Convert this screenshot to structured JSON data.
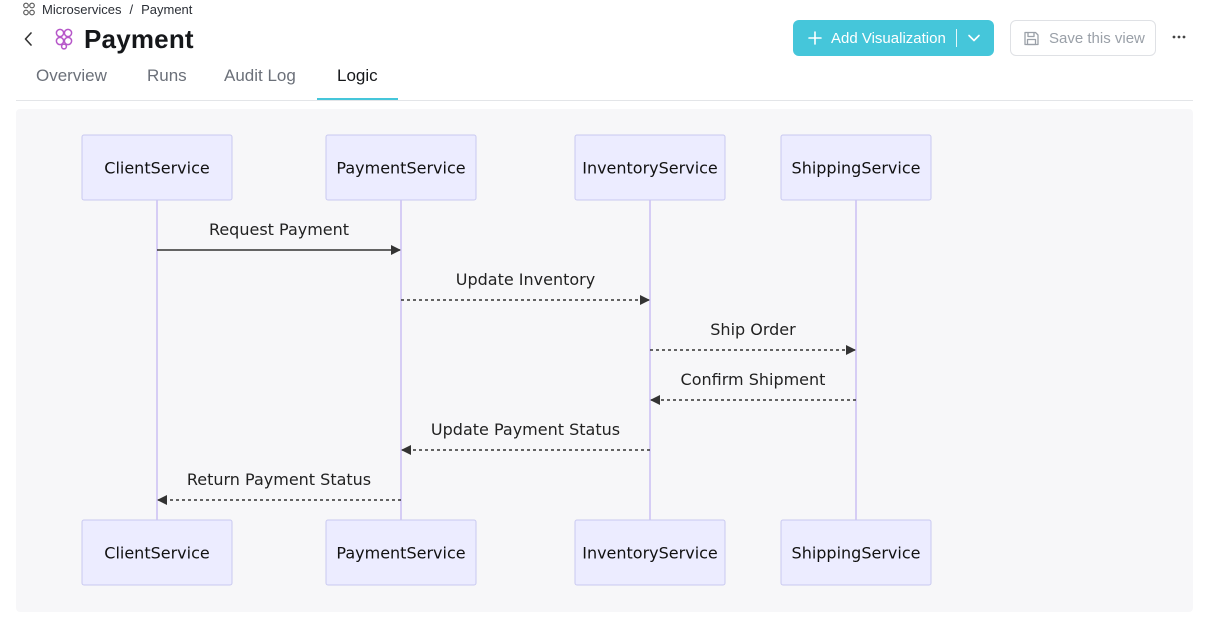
{
  "breadcrumb": {
    "icon": "cluster-icon",
    "parent": "Microservices",
    "separator": "/",
    "current": "Payment"
  },
  "header": {
    "title": "Payment",
    "title_icon": "cluster-icon",
    "add_visualization": "Add Visualization",
    "save_view": "Save this view"
  },
  "tabs": [
    {
      "label": "Overview",
      "active": false
    },
    {
      "label": "Runs",
      "active": false
    },
    {
      "label": "Audit Log",
      "active": false
    },
    {
      "label": "Logic",
      "active": true
    }
  ],
  "colors": {
    "accent": "#45c6da",
    "actor_fill": "#ececff",
    "actor_stroke": "#c9c9f0",
    "lifeline": "#d6cdf5",
    "arrow": "#333333"
  },
  "diagram": {
    "type": "sequence",
    "participants": [
      "ClientService",
      "PaymentService",
      "InventoryService",
      "ShippingService"
    ],
    "messages": [
      {
        "from": "ClientService",
        "to": "PaymentService",
        "label": "Request Payment",
        "style": "solid"
      },
      {
        "from": "PaymentService",
        "to": "InventoryService",
        "label": "Update Inventory",
        "style": "dashed"
      },
      {
        "from": "InventoryService",
        "to": "ShippingService",
        "label": "Ship Order",
        "style": "dashed"
      },
      {
        "from": "ShippingService",
        "to": "InventoryService",
        "label": "Confirm Shipment",
        "style": "dashed"
      },
      {
        "from": "InventoryService",
        "to": "PaymentService",
        "label": "Update Payment Status",
        "style": "dashed"
      },
      {
        "from": "PaymentService",
        "to": "ClientService",
        "label": "Return Payment Status",
        "style": "dashed"
      }
    ]
  }
}
